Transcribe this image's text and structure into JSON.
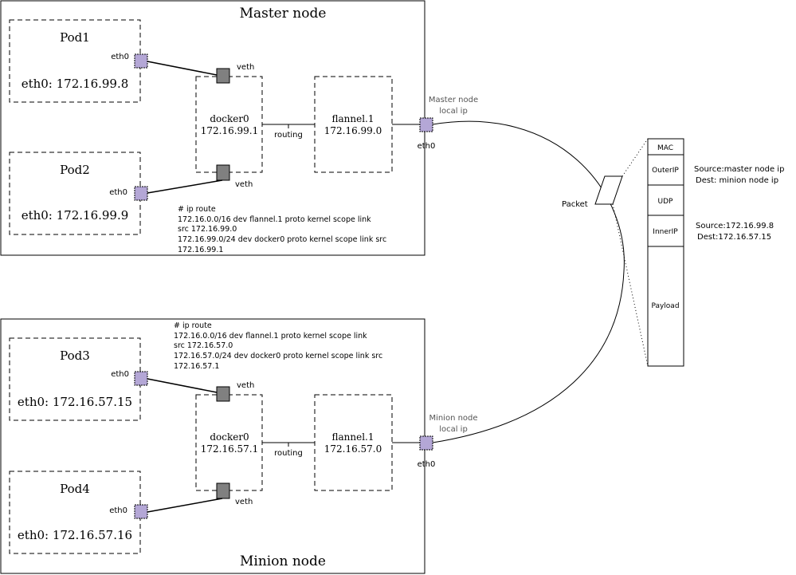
{
  "master": {
    "title": "Master node",
    "pod1": {
      "name": "Pod1",
      "port": "eth0",
      "ip": "eth0: 172.16.99.8"
    },
    "pod2": {
      "name": "Pod2",
      "port": "eth0",
      "ip": "eth0: 172.16.99.9"
    },
    "veth_top": "veth",
    "veth_bottom": "veth",
    "docker0": {
      "name": "docker0",
      "ip": "172.16.99.1"
    },
    "routing": "routing",
    "flannel": {
      "name": "flannel.1",
      "ip": "172.16.99.0"
    },
    "local_ip_line1": "Master node",
    "local_ip_line2": "local ip",
    "eth0": "eth0",
    "route": [
      "# ip route",
      "172.16.0.0/16 dev flannel.1  proto kernel  scope link",
      "src 172.16.99.0",
      "172.16.99.0/24 dev docker0  proto kernel  scope link  src",
      "172.16.99.1"
    ]
  },
  "minion": {
    "title": "Minion node",
    "pod3": {
      "name": "Pod3",
      "port": "eth0",
      "ip": "eth0: 172.16.57.15"
    },
    "pod4": {
      "name": "Pod4",
      "port": "eth0",
      "ip": "eth0: 172.16.57.16"
    },
    "veth_top": "veth",
    "veth_bottom": "veth",
    "docker0": {
      "name": "docker0",
      "ip": "172.16.57.1"
    },
    "routing": "routing",
    "flannel": {
      "name": "flannel.1",
      "ip": "172.16.57.0"
    },
    "local_ip_line1": "Minion node",
    "local_ip_line2": "local ip",
    "eth0": "eth0",
    "route": [
      "# ip route",
      "172.16.0.0/16 dev flannel.1  proto kernel  scope link",
      "src 172.16.57.0",
      "172.16.57.0/24 dev docker0  proto kernel  scope link  src",
      "172.16.57.1"
    ]
  },
  "packet": {
    "label": "Packet",
    "layers": [
      "MAC",
      "OuterIP",
      "UDP",
      "InnerIP",
      "Payload"
    ],
    "outer": {
      "source": "Source:master node ip",
      "dest": "Dest: minion node ip"
    },
    "inner": {
      "source": "Source:172.16.99.8",
      "dest": "Dest:172.16.57.15"
    }
  },
  "colors": {
    "port_fill": "#b4a7d6",
    "veth_fill": "#808080",
    "line": "#000000"
  }
}
